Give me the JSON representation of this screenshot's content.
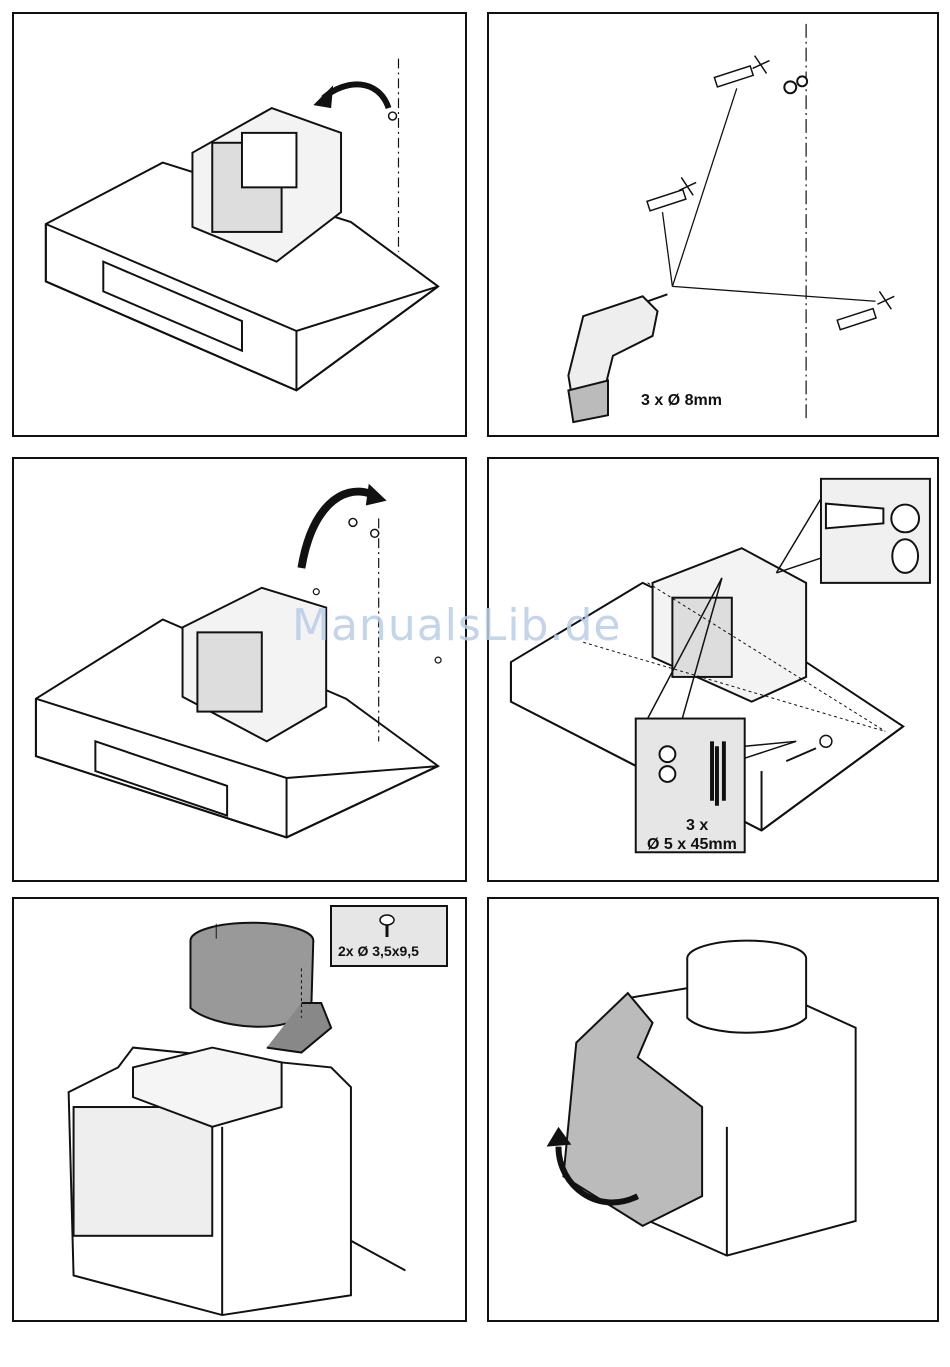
{
  "panels": {
    "p2": {
      "label": "3 x Ø 8mm"
    },
    "p4": {
      "label_line1": "3 x",
      "label_line2": "Ø 5 x 45mm"
    },
    "p5": {
      "label": "2x Ø 3,5x9,5"
    }
  },
  "watermark": "ManualsLib.de"
}
